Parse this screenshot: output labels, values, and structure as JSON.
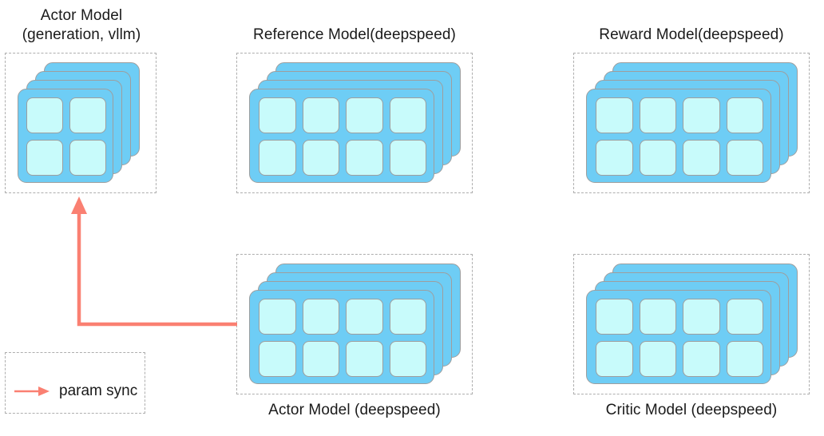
{
  "diagram": {
    "title_hidden": "",
    "accent_arrow_color": "#fa8072",
    "card_color": "#6ecdf5",
    "cell_color": "#c8fbfb",
    "card_border_color": "#9e9e9e",
    "box_border_color": "#aeaeae",
    "text_color": "#1a1a1a"
  },
  "groups": [
    {
      "id": "actor-vllm",
      "label": "Actor Model\n(generation, vllm)",
      "label_position": "top",
      "stack_count": 4,
      "grid_cols": 2,
      "grid_rows": 2,
      "cell_count": 4
    },
    {
      "id": "reference",
      "label": "Reference Model(deepspeed)",
      "label_position": "top",
      "stack_count": 4,
      "grid_cols": 4,
      "grid_rows": 2,
      "cell_count": 8
    },
    {
      "id": "reward",
      "label": "Reward Model(deepspeed)",
      "label_position": "top",
      "stack_count": 4,
      "grid_cols": 4,
      "grid_rows": 2,
      "cell_count": 8
    },
    {
      "id": "actor-deepspeed",
      "label": "Actor Model (deepspeed)",
      "label_position": "bottom",
      "stack_count": 4,
      "grid_cols": 4,
      "grid_rows": 2,
      "cell_count": 8
    },
    {
      "id": "critic",
      "label": "Critic Model (deepspeed)",
      "label_position": "bottom",
      "stack_count": 4,
      "grid_cols": 4,
      "grid_rows": 2,
      "cell_count": 8
    }
  ],
  "legend": {
    "label": "param sync",
    "arrow_color": "#fa8072"
  },
  "connection": {
    "name": "param-sync-arrow",
    "from": "actor-deepspeed",
    "to": "actor-vllm",
    "color": "#fa8072"
  }
}
